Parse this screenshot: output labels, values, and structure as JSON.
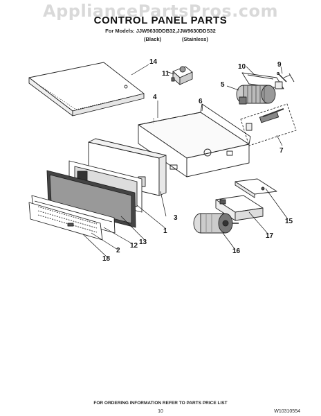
{
  "watermark": "AppliancePartsPros.com",
  "title": "CONTROL PANEL PARTS",
  "models": "For Models: JJW9630DDB32,JJW9630DDS32",
  "variants": {
    "black": "(Black)",
    "stainless": "(Stainless)"
  },
  "callouts": {
    "p1": "1",
    "p2": "2",
    "p3": "3",
    "p4": "4",
    "p5": "5",
    "p6": "6",
    "p7": "7",
    "p9": "9",
    "p10": "10",
    "p11": "11",
    "p12": "12",
    "p13": "13",
    "p14": "14",
    "p15": "15",
    "p16": "16",
    "p17": "17",
    "p18": "18"
  },
  "footer": {
    "ordering_note": "FOR ORDERING INFORMATION REFER TO PARTS PRICE LIST",
    "page_number": "10",
    "doc_code": "W10310554"
  }
}
